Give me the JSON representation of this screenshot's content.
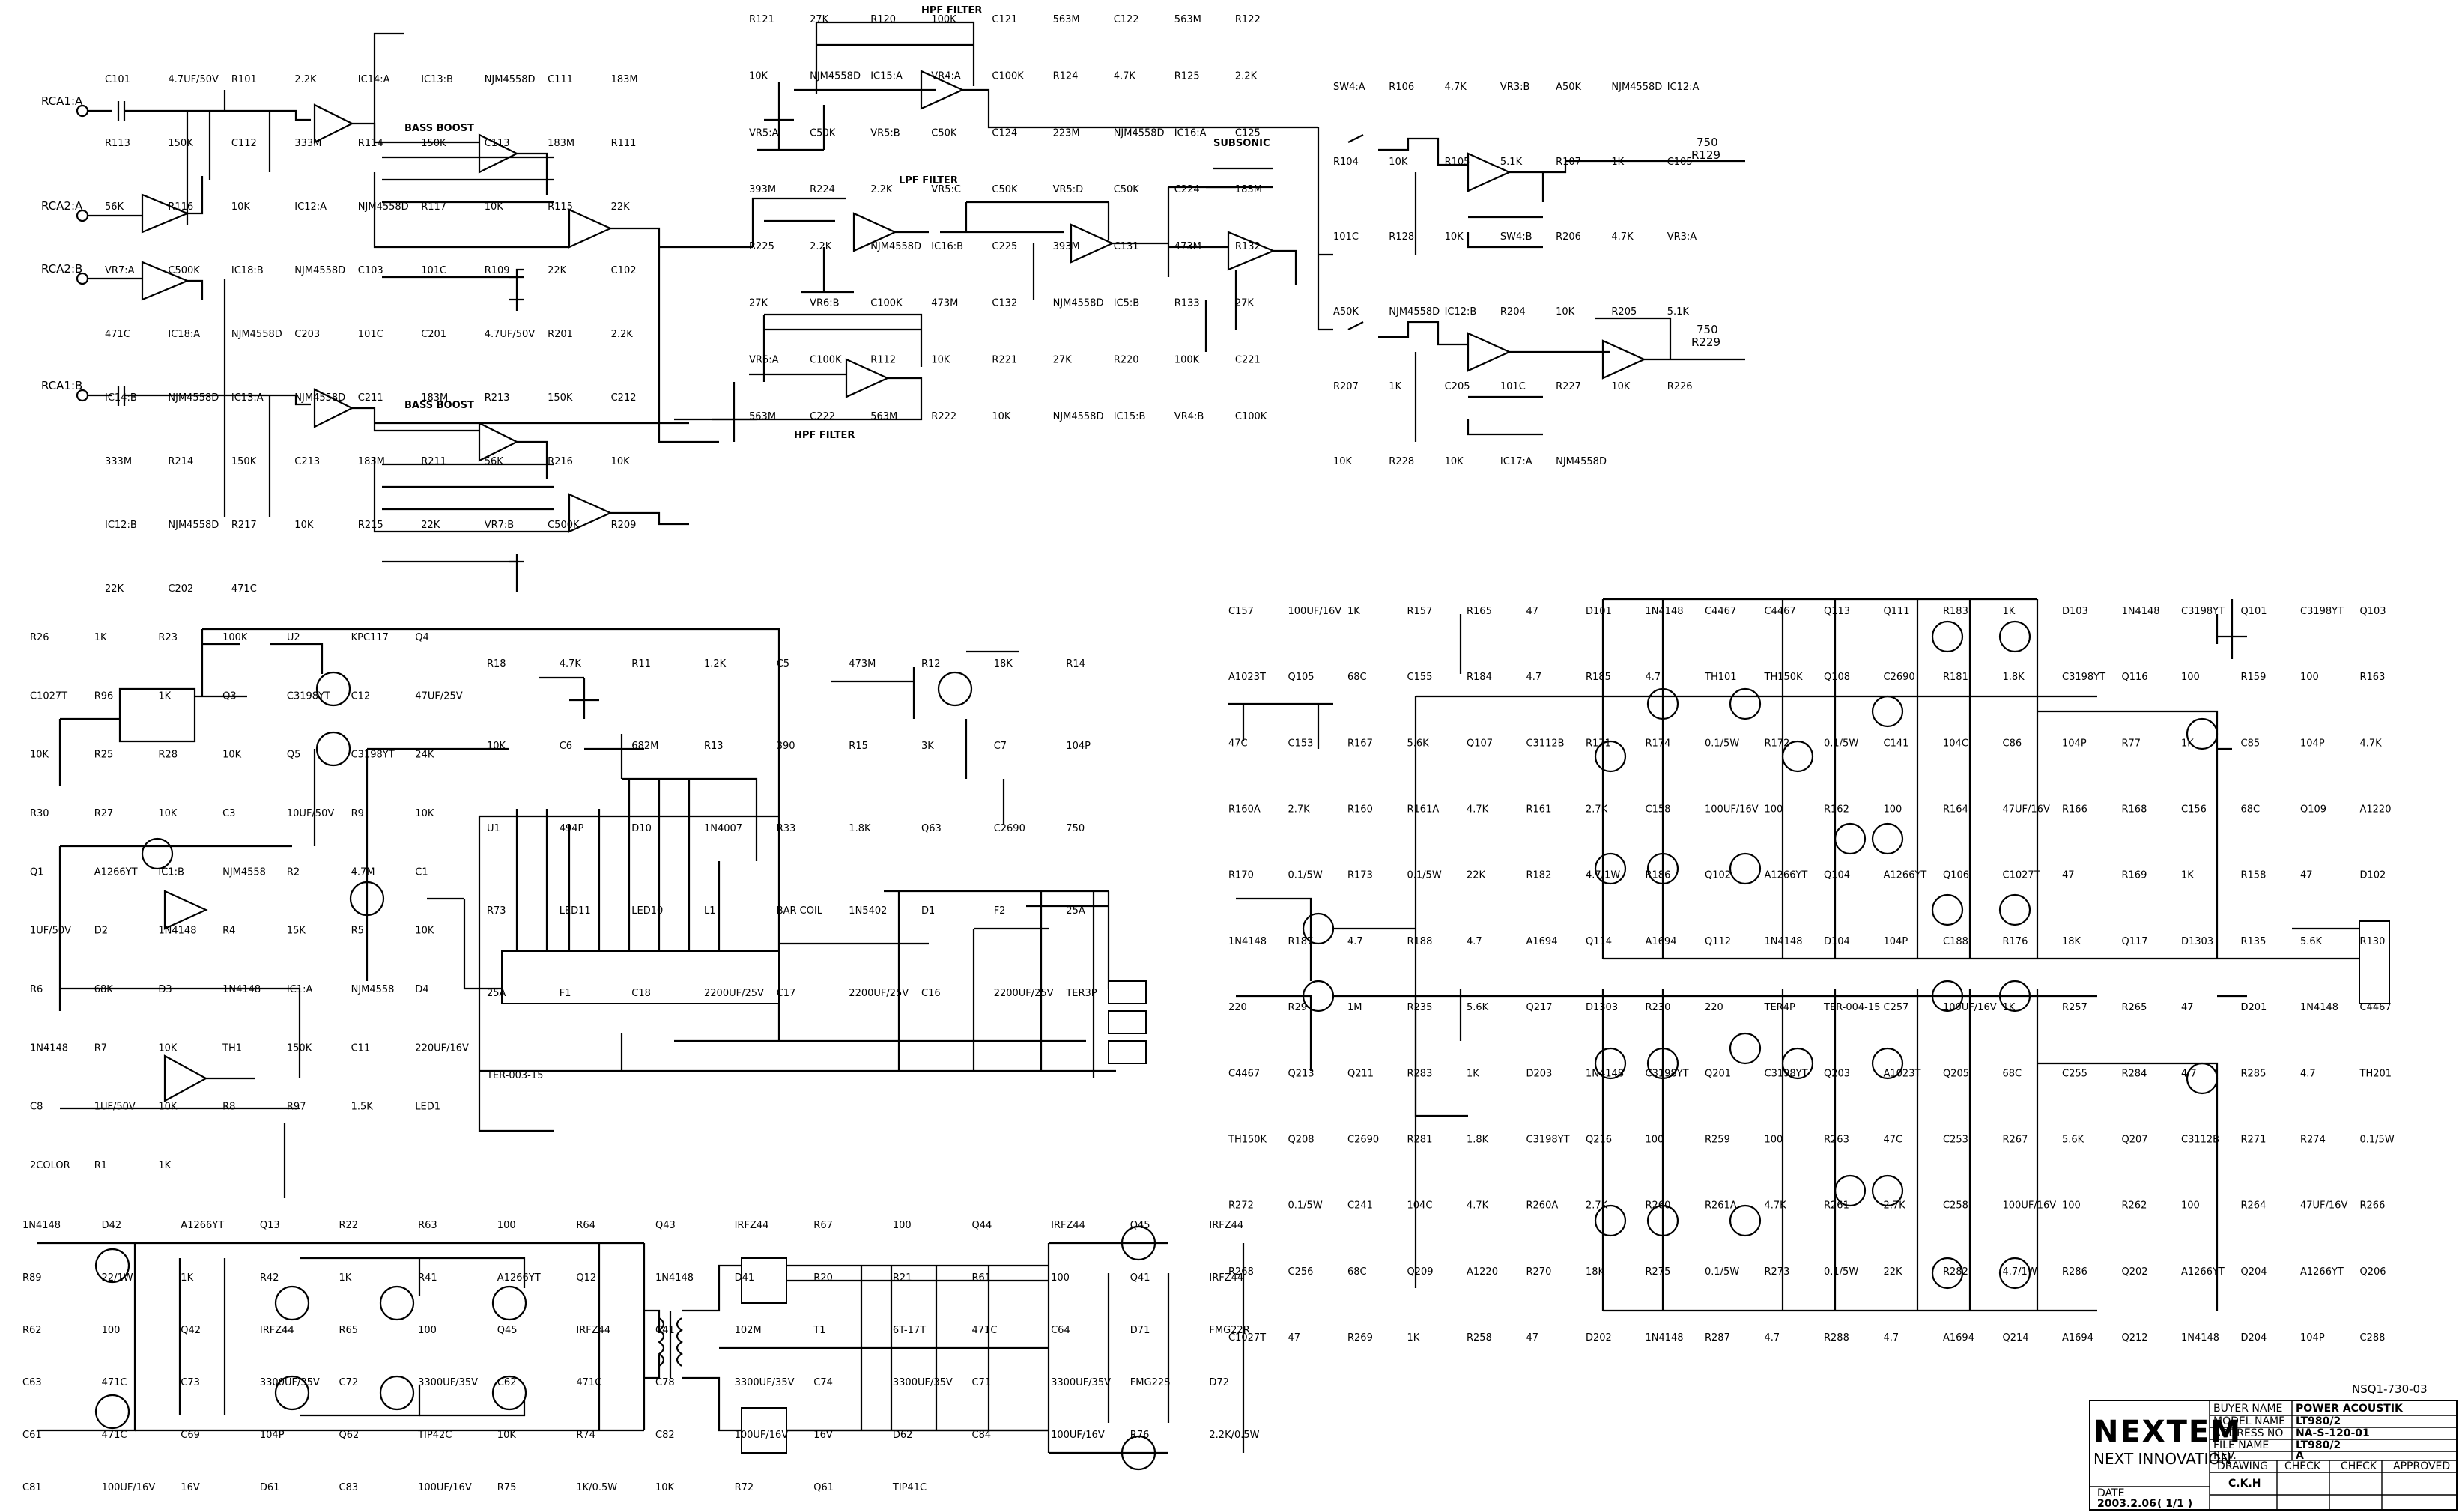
{
  "doc_no": "NSQ1-730-03",
  "sections": {
    "hpf1": "HPF FILTER",
    "hpf2": "HPF FILTER",
    "lpf": "LPF FILTER",
    "bass1": "BASS BOOST",
    "bass2": "BASS BOOST",
    "subsonic": "SUBSONIC"
  },
  "inputs": [
    "RCA1:A",
    "RCA2:A",
    "RCA2:B",
    "RCA1:B"
  ],
  "outputs": [
    "750",
    "R129",
    "750",
    "R229"
  ],
  "preamp_labels": [
    "C101",
    "4.7UF/50V",
    "R101",
    "2.2K",
    "IC14:A",
    "IC13:B",
    "NJM4558D",
    "C111",
    "183M",
    "R113",
    "150K",
    "C112",
    "333M",
    "R114",
    "150K",
    "C113",
    "183M",
    "R111",
    "56K",
    "R116",
    "10K",
    "IC12:A",
    "NJM4558D",
    "R117",
    "10K",
    "R115",
    "22K",
    "VR7:A",
    "C500K",
    "IC18:B",
    "NJM4558D",
    "C103",
    "101C",
    "R109",
    "22K",
    "C102",
    "471C",
    "IC18:A",
    "NJM4558D",
    "C203",
    "101C",
    "C201",
    "4.7UF/50V",
    "R201",
    "2.2K",
    "IC14:B",
    "NJM4558D",
    "IC13:A",
    "NJM4558D",
    "C211",
    "183M",
    "R213",
    "150K",
    "C212",
    "333M",
    "R214",
    "150K",
    "C213",
    "183M",
    "R211",
    "56K",
    "R216",
    "10K",
    "IC12:B",
    "NJM4558D",
    "R217",
    "10K",
    "R215",
    "22K",
    "VR7:B",
    "C500K",
    "R209",
    "22K",
    "C202",
    "471C"
  ],
  "filter_labels": [
    "R121",
    "27K",
    "R120",
    "100K",
    "C121",
    "563M",
    "C122",
    "563M",
    "R122",
    "10K",
    "NJM4558D",
    "IC15:A",
    "VR4:A",
    "C100K",
    "R124",
    "4.7K",
    "R125",
    "2.2K",
    "VR5:A",
    "C50K",
    "VR5:B",
    "C50K",
    "C124",
    "223M",
    "NJM4558D",
    "IC16:A",
    "C125",
    "393M",
    "R224",
    "2.2K",
    "VR5:C",
    "C50K",
    "VR5:D",
    "C50K",
    "C224",
    "183M",
    "R225",
    "2.2K",
    "NJM4558D",
    "IC16:B",
    "C225",
    "393M",
    "C131",
    "473M",
    "R132",
    "27K",
    "VR6:B",
    "C100K",
    "473M",
    "C132",
    "NJM4558D",
    "IC5:B",
    "R133",
    "27K",
    "VR6:A",
    "C100K",
    "R112",
    "10K",
    "R221",
    "27K",
    "R220",
    "100K",
    "C221",
    "563M",
    "C222",
    "563M",
    "R222",
    "10K",
    "NJM4558D",
    "IC15:B",
    "VR4:B",
    "C100K"
  ],
  "output_labels": [
    "SW4:A",
    "R106",
    "4.7K",
    "VR3:B",
    "A50K",
    "NJM4558D",
    "IC12:A",
    "R104",
    "10K",
    "R105",
    "5.1K",
    "R107",
    "1K",
    "C105",
    "101C",
    "R128",
    "10K",
    "SW4:B",
    "R206",
    "4.7K",
    "VR3:A",
    "A50K",
    "NJM4558D",
    "IC12:B",
    "R204",
    "10K",
    "R205",
    "5.1K",
    "R207",
    "1K",
    "C205",
    "101C",
    "R227",
    "10K",
    "R226",
    "10K",
    "R228",
    "10K",
    "IC17:A",
    "NJM4558D"
  ],
  "protect_labels": [
    "R26",
    "1K",
    "R23",
    "100K",
    "U2",
    "KPC117",
    "Q4",
    "C1027T",
    "R96",
    "1K",
    "Q3",
    "C3198YT",
    "C12",
    "47UF/25V",
    "10K",
    "R25",
    "R28",
    "10K",
    "Q5",
    "C3198YT",
    "24K",
    "R30",
    "R27",
    "10K",
    "C3",
    "10UF/50V",
    "R9",
    "10K",
    "Q1",
    "A1266YT",
    "IC1:B",
    "NJM4558",
    "R2",
    "4.7M",
    "C1",
    "1UF/50V",
    "D2",
    "1N4148",
    "R4",
    "15K",
    "R5",
    "10K",
    "R6",
    "68K",
    "D3",
    "1N4148",
    "IC1:A",
    "NJM4558",
    "D4",
    "1N4148",
    "R7",
    "10K",
    "TH1",
    "150K",
    "C11",
    "220UF/16V",
    "C8",
    "1UF/50V",
    "10K",
    "R8",
    "R97",
    "1.5K",
    "LED1",
    "2COLOR",
    "R1",
    "1K"
  ],
  "pwm_labels": [
    "R18",
    "4.7K",
    "R11",
    "1.2K",
    "C5",
    "473M",
    "R12",
    "18K",
    "R14",
    "10K",
    "C6",
    "682M",
    "R13",
    "390",
    "R15",
    "3K",
    "C7",
    "104P",
    "U1",
    "494P",
    "D10",
    "1N4007",
    "R33",
    "1.8K",
    "Q63",
    "C2690",
    "750",
    "R73",
    "LED11",
    "LED10",
    "L1",
    "BAR COIL",
    "1N5402",
    "D1",
    "F2",
    "25A",
    "25A",
    "F1",
    "C18",
    "2200UF/25V",
    "C17",
    "2200UF/25V",
    "C16",
    "2200UF/25V",
    "TER3P",
    "TER-003-15"
  ],
  "power_labels": [
    "1N4148",
    "D42",
    "A1266YT",
    "Q13",
    "R22",
    "R63",
    "100",
    "R64",
    "Q43",
    "IRFZ44",
    "R67",
    "100",
    "Q44",
    "IRFZ44",
    "Q45",
    "IRFZ44",
    "R89",
    "22/1W",
    "1K",
    "R42",
    "1K",
    "R41",
    "A1266YT",
    "Q12",
    "1N4148",
    "D41",
    "R20",
    "R21",
    "R61",
    "100",
    "Q41",
    "IRFZ44",
    "R62",
    "100",
    "Q42",
    "IRFZ44",
    "R65",
    "100",
    "Q45",
    "IRFZ44",
    "C41",
    "102M",
    "T1",
    "6T-17T",
    "471C",
    "C64",
    "D71",
    "FMG22R",
    "C63",
    "471C",
    "C73",
    "3300UF/35V",
    "C72",
    "3300UF/35V",
    "C62",
    "471C",
    "C78",
    "3300UF/35V",
    "C74",
    "3300UF/35V",
    "C71",
    "3300UF/35V",
    "FMG22S",
    "D72",
    "C61",
    "471C",
    "C69",
    "104P",
    "Q62",
    "TIP42C",
    "10K",
    "R74",
    "C82",
    "100UF/16V",
    "16V",
    "D62",
    "C84",
    "100UF/16V",
    "R76",
    "2.2K/0.5W",
    "C81",
    "100UF/16V",
    "16V",
    "D61",
    "C83",
    "100UF/16V",
    "R75",
    "1K/0.5W",
    "10K",
    "R72",
    "Q61",
    "TIP41C"
  ],
  "amp_labels": [
    "C157",
    "100UF/16V",
    "1K",
    "R157",
    "R165",
    "47",
    "D101",
    "1N4148",
    "C4467",
    "C4467",
    "Q113",
    "Q111",
    "R183",
    "1K",
    "D103",
    "1N4148",
    "C3198YT",
    "Q101",
    "C3198YT",
    "Q103",
    "A1023T",
    "Q105",
    "68C",
    "C155",
    "R184",
    "4.7",
    "R185",
    "4.7",
    "TH101",
    "TH150K",
    "Q108",
    "C2690",
    "R181",
    "1.8K",
    "C3198YT",
    "Q116",
    "100",
    "R159",
    "100",
    "R163",
    "47C",
    "C153",
    "R167",
    "5.6K",
    "Q107",
    "C3112B",
    "R171",
    "R174",
    "0.1/5W",
    "R172",
    "0.1/5W",
    "C141",
    "104C",
    "C86",
    "104P",
    "R77",
    "1K",
    "C85",
    "104P",
    "4.7K",
    "R160A",
    "2.7K",
    "R160",
    "R161A",
    "4.7K",
    "R161",
    "2.7K",
    "C158",
    "100UF/16V",
    "100",
    "R162",
    "100",
    "R164",
    "47UF/16V",
    "R166",
    "R168",
    "C156",
    "68C",
    "Q109",
    "A1220",
    "R170",
    "0.1/5W",
    "R173",
    "0.1/5W",
    "22K",
    "R182",
    "4.7/1W",
    "R186",
    "Q102",
    "A1266YT",
    "Q104",
    "A1266YT",
    "Q106",
    "C1027T",
    "47",
    "R169",
    "1K",
    "R158",
    "47",
    "D102",
    "1N4148",
    "R187",
    "4.7",
    "R188",
    "4.7",
    "A1694",
    "Q114",
    "A1694",
    "Q112",
    "1N4148",
    "D104",
    "104P",
    "C188",
    "R176",
    "18K",
    "Q117",
    "D1303",
    "R135",
    "5.6K",
    "R130",
    "220",
    "R29",
    "1M",
    "R235",
    "5.6K",
    "Q217",
    "D1303",
    "R230",
    "220",
    "TER4P",
    "TER-004-15",
    "C257",
    "100UF/16V",
    "1K",
    "R257",
    "R265",
    "47",
    "D201",
    "1N4148",
    "C4467",
    "C4467",
    "Q213",
    "Q211",
    "R283",
    "1K",
    "D203",
    "1N4148",
    "C3198YT",
    "Q201",
    "C3198YT",
    "Q203",
    "A1023T",
    "Q205",
    "68C",
    "C255",
    "R284",
    "4.7",
    "R285",
    "4.7",
    "TH201",
    "TH150K",
    "Q208",
    "C2690",
    "R281",
    "1.8K",
    "C3198YT",
    "Q216",
    "100",
    "R259",
    "100",
    "R263",
    "47C",
    "C253",
    "R267",
    "5.6K",
    "Q207",
    "C3112B",
    "R271",
    "R274",
    "0.1/5W",
    "R272",
    "0.1/5W",
    "C241",
    "104C",
    "4.7K",
    "R260A",
    "2.7K",
    "R260",
    "R261A",
    "4.7K",
    "R261",
    "2.7K",
    "C258",
    "100UF/16V",
    "100",
    "R262",
    "100",
    "R264",
    "47UF/16V",
    "R266",
    "R268",
    "C256",
    "68C",
    "Q209",
    "A1220",
    "R270",
    "18K",
    "R275",
    "0.1/5W",
    "R273",
    "0.1/5W",
    "22K",
    "R282",
    "4.7/1W",
    "R286",
    "Q202",
    "A1266YT",
    "Q204",
    "A1266YT",
    "Q206",
    "C1027T",
    "47",
    "R269",
    "1K",
    "R258",
    "47",
    "D202",
    "1N4148",
    "R287",
    "4.7",
    "R288",
    "4.7",
    "A1694",
    "Q214",
    "A1694",
    "Q212",
    "1N4148",
    "D204",
    "104P",
    "C288"
  ],
  "title_block": {
    "brand": "NEXTEM",
    "tagline": "NEXT INNOVATION",
    "rows": [
      {
        "k": "BUYER NAME",
        "v": "POWER ACOUSTIK"
      },
      {
        "k": "MODEL NAME",
        "v": "LT980/2"
      },
      {
        "k": "ADDRESS NO",
        "v": "NA-S-120-01"
      },
      {
        "k": "FILE NAME",
        "v": "LT980/2"
      },
      {
        "k": "REV.",
        "v": "A"
      }
    ],
    "sign_headers": [
      "DRAWING",
      "CHECK",
      "CHECK",
      "APPROVED"
    ],
    "drawer": "C.K.H",
    "date_label": "DATE",
    "date": "2003.2.06",
    "sheet": "( 1/1 )"
  }
}
